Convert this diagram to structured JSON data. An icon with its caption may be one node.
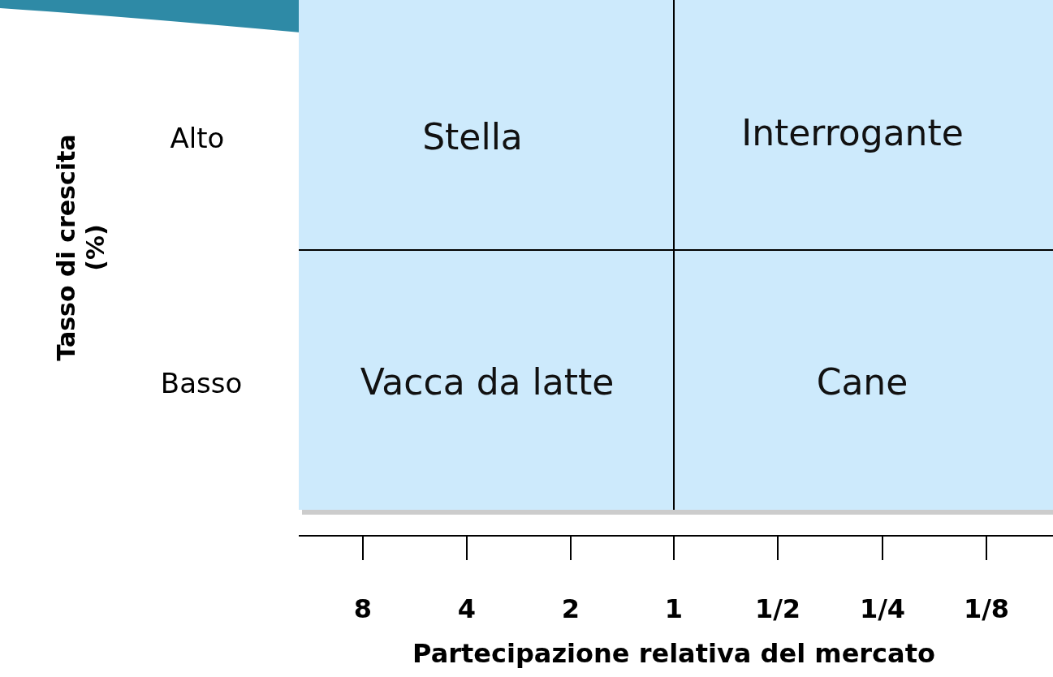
{
  "diagram": {
    "nodes": [
      {
        "text": [
          "Stella"
        ]
      },
      {
        "text": [
          "Interrogante"
        ]
      },
      {
        "text": [
          "Vacca da latte"
        ]
      },
      {
        "text": [
          "Cane"
        ]
      }
    ],
    "labels": [
      "Tasso di crescita (%)",
      "Alto",
      "Basso",
      "8",
      "4",
      "2",
      "1",
      "1/2",
      "1/4",
      "1/8",
      "Partecipazione relativa del mercato"
    ]
  }
}
